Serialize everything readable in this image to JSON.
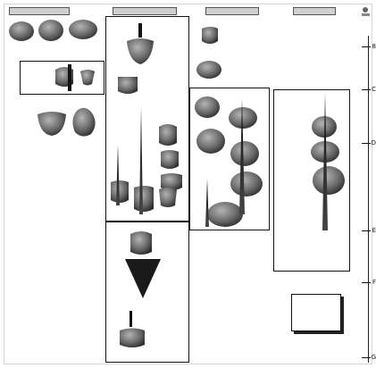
{
  "column_headers": [],
  "ticks": [
    {
      "label": "8"
    },
    {
      "label": "C"
    },
    {
      "label": "D"
    },
    {
      "label": "E"
    },
    {
      "label": "F"
    },
    {
      "label": "G"
    }
  ],
  "colors": {
    "ink": "#111111",
    "pot_fill": "#7a7a7a",
    "pot_dark": "#3a3a3a",
    "paper": "#ffffff"
  }
}
